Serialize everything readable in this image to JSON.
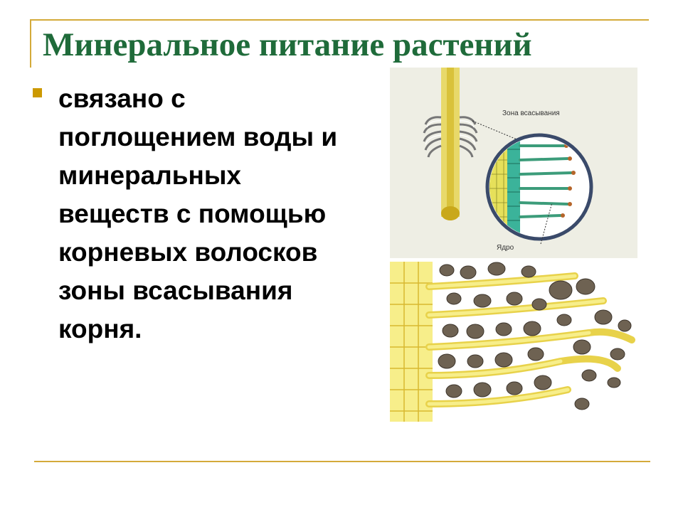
{
  "slide": {
    "title": "Минеральное питание растений",
    "bullet_text": "связано с поглощением воды и минеральных веществ с помощью корневых волосков зоны всасывания корня."
  },
  "illustration_top": {
    "label_zone": "Зона всасывания",
    "label_nucleus": "Ядро"
  },
  "colors": {
    "title": "#1f6b3a",
    "accent_line": "#d4aa3a",
    "bullet": "#cc9900"
  }
}
